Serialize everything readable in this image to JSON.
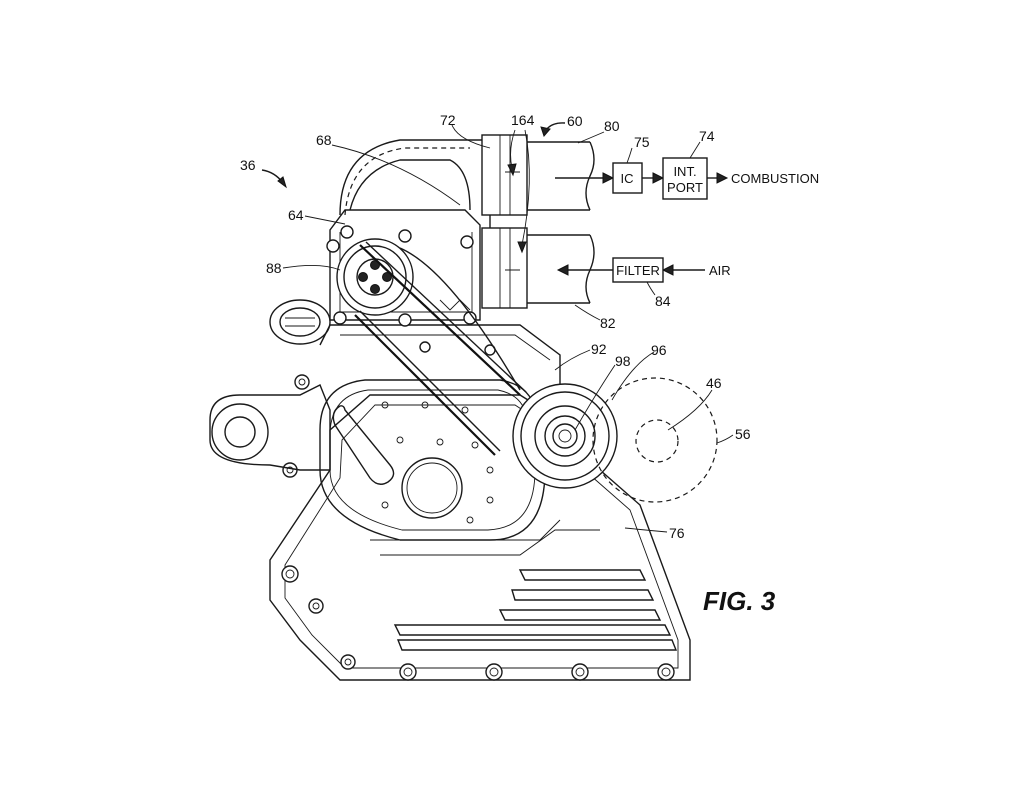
{
  "figure": {
    "title": "FIG. 3",
    "boxes": {
      "ic": "IC",
      "int_port_line1": "INT.",
      "int_port_line2": "PORT",
      "filter": "FILTER"
    },
    "flow_labels": {
      "combustion": "COMBUSTION",
      "air": "AIR"
    },
    "reference_numerals": {
      "n36": "36",
      "n68": "68",
      "n72": "72",
      "n164": "164",
      "n60": "60",
      "n80": "80",
      "n75": "75",
      "n74": "74",
      "n64": "64",
      "n88": "88",
      "n84": "84",
      "n82": "82",
      "n92": "92",
      "n98": "98",
      "n96": "96",
      "n46": "46",
      "n56": "56",
      "n76": "76"
    }
  }
}
